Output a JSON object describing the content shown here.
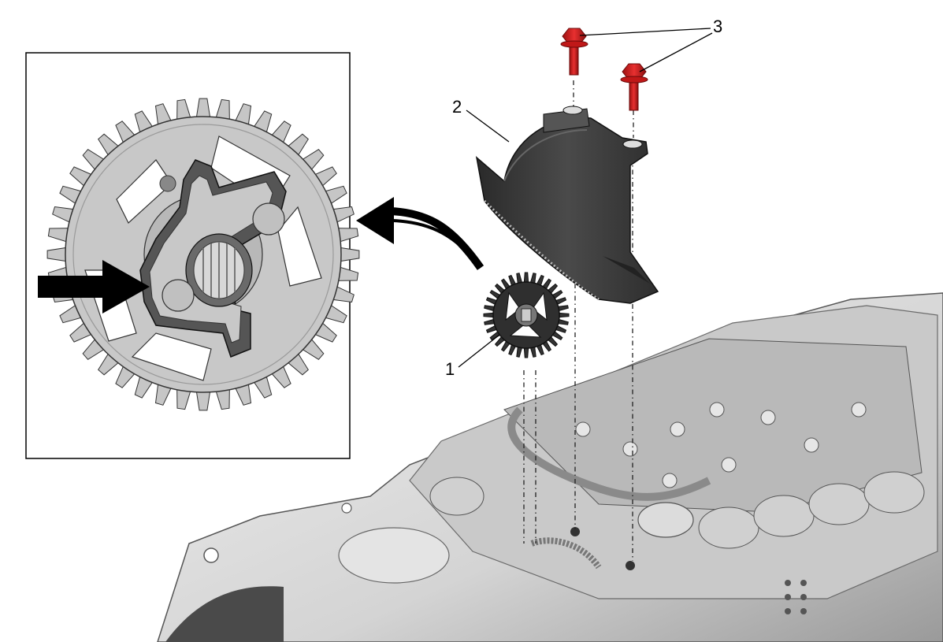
{
  "diagram": {
    "callouts": {
      "sprocket": "1",
      "cover": "2",
      "bolts": "3"
    },
    "colors": {
      "bolt": "#d81e1e",
      "cover": "#3a3a3a",
      "sprocket_inset": "#c8c8c8",
      "housing": "#d9d9d9",
      "arrow": "#000000"
    },
    "icons": {
      "inset_arrow": "right-arrow",
      "flow_arrow": "curved-arrow-left"
    }
  }
}
